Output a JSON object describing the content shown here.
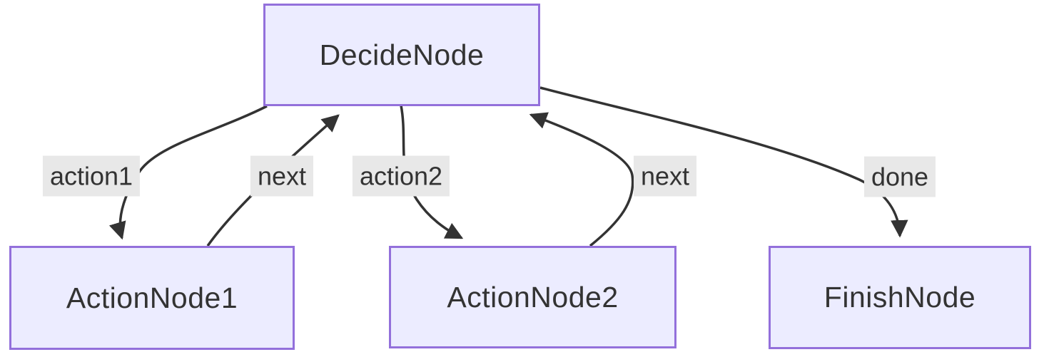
{
  "diagram": {
    "type": "flowchart",
    "direction": "top-down",
    "nodes": [
      {
        "id": "DecideNode",
        "label": "DecideNode",
        "shape": "rectangle"
      },
      {
        "id": "ActionNode1",
        "label": "ActionNode1",
        "shape": "rectangle"
      },
      {
        "id": "ActionNode2",
        "label": "ActionNode2",
        "shape": "rectangle"
      },
      {
        "id": "FinishNode",
        "label": "FinishNode",
        "shape": "rectangle"
      }
    ],
    "edges": [
      {
        "from": "DecideNode",
        "to": "ActionNode1",
        "label": "action1"
      },
      {
        "from": "ActionNode1",
        "to": "DecideNode",
        "label": "next"
      },
      {
        "from": "DecideNode",
        "to": "ActionNode2",
        "label": "action2"
      },
      {
        "from": "ActionNode2",
        "to": "DecideNode",
        "label": "next"
      },
      {
        "from": "DecideNode",
        "to": "FinishNode",
        "label": "done"
      }
    ],
    "colors": {
      "background": "#ffffff",
      "node_fill": "#ECECFF",
      "node_border": "#9370DB",
      "node_text": "#333333",
      "edge_stroke": "#333333",
      "edge_label_bg": "#e8e8e8",
      "edge_label_text": "#333333"
    }
  }
}
